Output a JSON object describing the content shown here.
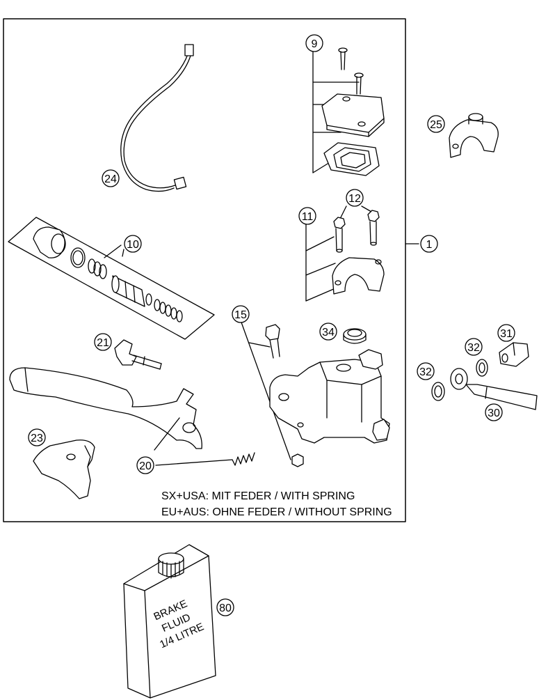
{
  "callouts": {
    "c1": "1",
    "c9": "9",
    "c10": "10",
    "c11": "11",
    "c12": "12",
    "c15": "15",
    "c20": "20",
    "c21": "21",
    "c23": "23",
    "c24": "24",
    "c25": "25",
    "c30": "30",
    "c31": "31",
    "c32a": "32",
    "c32b": "32",
    "c34": "34",
    "c80": "80"
  },
  "notes": {
    "line1": "SX+USA:  MIT FEDER / WITH SPRING",
    "line2": "EU+AUS:  OHNE FEDER / WITHOUT SPRING"
  },
  "fluid_label": {
    "line1": "BRAKE",
    "line2": "FLUID",
    "line3": "1/4 LITRE"
  }
}
